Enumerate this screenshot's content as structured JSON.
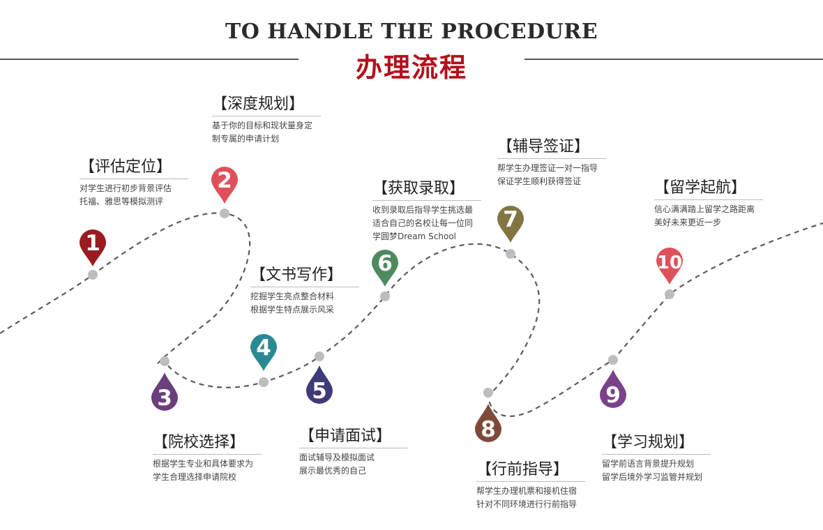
{
  "header": {
    "title_en": "TO HANDLE THE PROCEDURE",
    "title_zh": "办理流程"
  },
  "steps": [
    {
      "num": "1",
      "label": "【评估定位】",
      "lines": [
        "对学生进行初步背景评估",
        "托福、雅思等模拟测评"
      ],
      "color": "#9b1b22"
    },
    {
      "num": "2",
      "label": "【深度规划】",
      "lines": [
        "基于你的目标和现状量身定",
        "制专属的申请计划"
      ],
      "color": "#e0505a"
    },
    {
      "num": "3",
      "label": "【院校选择】",
      "lines": [
        "根据学生专业和具体要求为",
        "学生合理选择申请院校"
      ],
      "color": "#6b3e7c"
    },
    {
      "num": "4",
      "label": "【文书写作】",
      "lines": [
        "挖掘学生亮点整合材料",
        "根据学生特点展示风采"
      ],
      "color": "#2a8a93"
    },
    {
      "num": "5",
      "label": "【申请面试】",
      "lines": [
        "面试辅导及模拟面试",
        "展示最优秀的自己"
      ],
      "color": "#3f3a78"
    },
    {
      "num": "6",
      "label": "【获取录取】",
      "lines": [
        "收到录取后指导学生挑选最",
        "适合自己的名校让每一位同",
        "学圆梦Dream School"
      ],
      "color": "#4e8a5f"
    },
    {
      "num": "7",
      "label": "【辅导签证】",
      "lines": [
        "帮学生办理签证一对一指导",
        "保证学生顺利获得签证"
      ],
      "color": "#837542"
    },
    {
      "num": "8",
      "label": "【行前指导】",
      "lines": [
        "帮学生办理机票和接机住宿",
        "针对不同环境进行行前指导"
      ],
      "color": "#7d4a3c"
    },
    {
      "num": "9",
      "label": "【学习规划】",
      "lines": [
        "留学前语言背景提升规划",
        "留学后境外学习监管并规划"
      ],
      "color": "#7a4389"
    },
    {
      "num": "10",
      "label": "【留学起航】",
      "lines": [
        "信心满满踏上留学之路距离",
        "美好未来更近一步"
      ],
      "color": "#e0505a"
    }
  ]
}
